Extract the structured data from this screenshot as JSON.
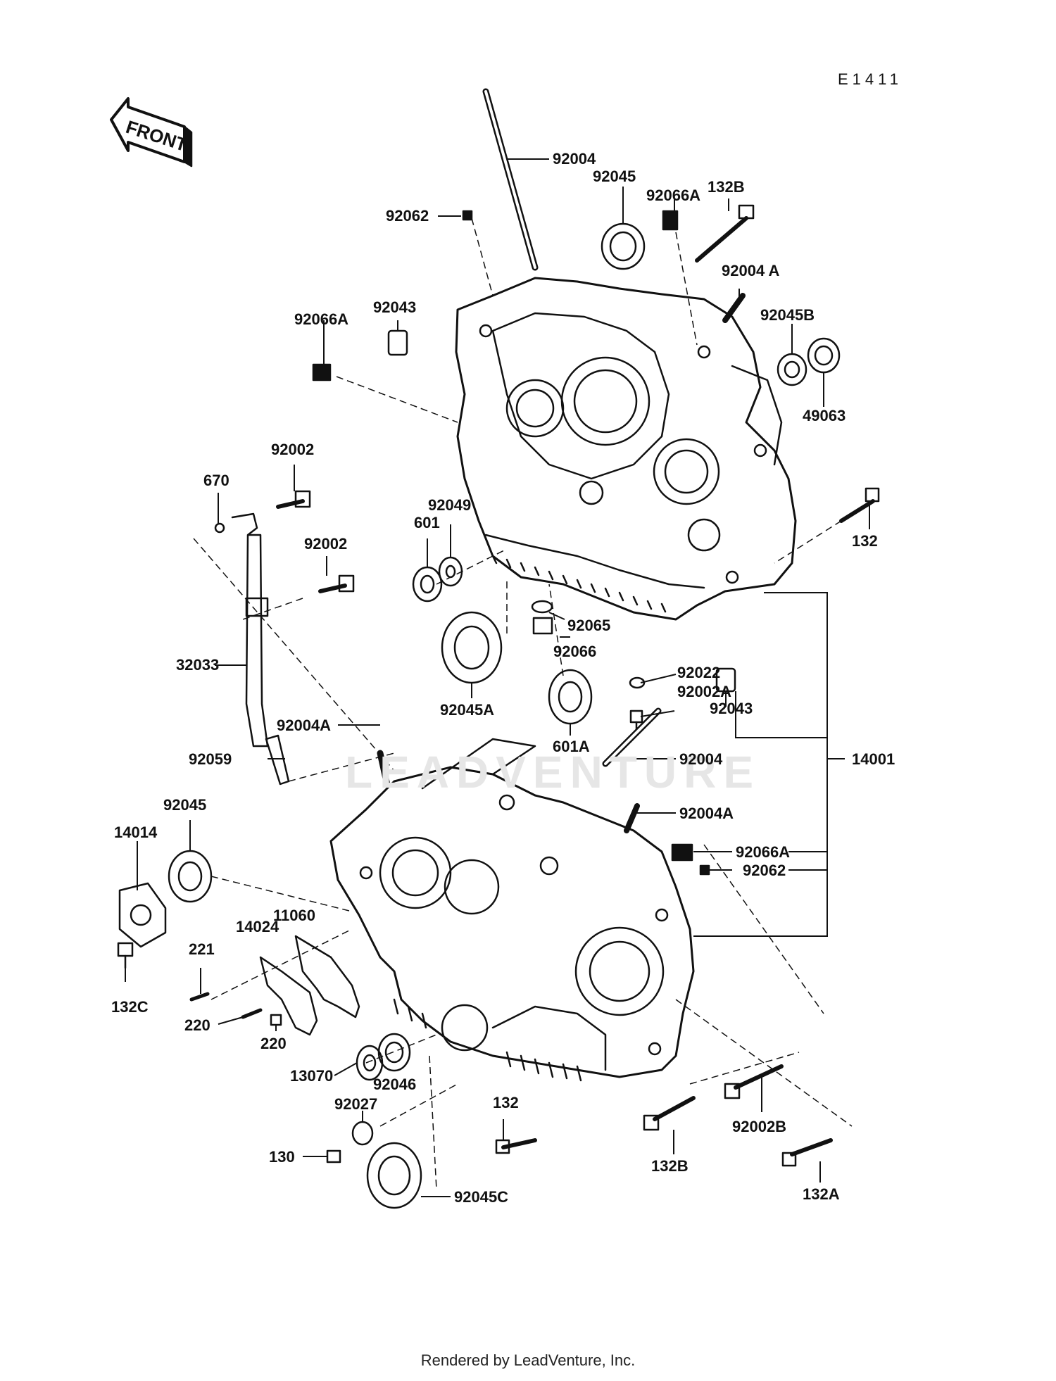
{
  "diagram_id": "E1411",
  "front_label": "FRONT",
  "footer": "Rendered by LeadVenture, Inc.",
  "parts": [
    {
      "key": "p92004_top",
      "text": "92004"
    },
    {
      "key": "p92045_top",
      "text": "92045"
    },
    {
      "key": "p92066A_top",
      "text": "92066A"
    },
    {
      "key": "p132B_top",
      "text": "132B"
    },
    {
      "key": "p92062_top",
      "text": "92062"
    },
    {
      "key": "p92004A_top",
      "text": "92004 A"
    },
    {
      "key": "p92043_top",
      "text": "92043"
    },
    {
      "key": "p92066A_left",
      "text": "92066A"
    },
    {
      "key": "p92045B",
      "text": "92045B"
    },
    {
      "key": "p49063",
      "text": "49063"
    },
    {
      "key": "p92002_a",
      "text": "92002"
    },
    {
      "key": "p670",
      "text": "670"
    },
    {
      "key": "p92049",
      "text": "92049"
    },
    {
      "key": "p601",
      "text": "601"
    },
    {
      "key": "p132_right",
      "text": "132"
    },
    {
      "key": "p92002_b",
      "text": "92002"
    },
    {
      "key": "p92065",
      "text": "92065"
    },
    {
      "key": "p92066",
      "text": "92066"
    },
    {
      "key": "p32033",
      "text": "32033"
    },
    {
      "key": "p92045A",
      "text": "92045A"
    },
    {
      "key": "p92022",
      "text": "92022"
    },
    {
      "key": "p92002A",
      "text": "92002A"
    },
    {
      "key": "p92043_mid",
      "text": "92043"
    },
    {
      "key": "p601A",
      "text": "601A"
    },
    {
      "key": "p92004A_mid",
      "text": "92004A"
    },
    {
      "key": "p92004_mid",
      "text": "92004"
    },
    {
      "key": "p14001",
      "text": "14001"
    },
    {
      "key": "p92059",
      "text": "92059"
    },
    {
      "key": "p92045_left",
      "text": "92045"
    },
    {
      "key": "p92004A_right",
      "text": "92004A"
    },
    {
      "key": "p14014",
      "text": "14014"
    },
    {
      "key": "p92066A_right",
      "text": "92066A"
    },
    {
      "key": "p92062_right",
      "text": "92062"
    },
    {
      "key": "p11060",
      "text": "11060"
    },
    {
      "key": "p14024",
      "text": "14024"
    },
    {
      "key": "p221",
      "text": "221"
    },
    {
      "key": "p132C",
      "text": "132C"
    },
    {
      "key": "p220_a",
      "text": "220"
    },
    {
      "key": "p220_b",
      "text": "220"
    },
    {
      "key": "p13070",
      "text": "13070"
    },
    {
      "key": "p92046",
      "text": "92046"
    },
    {
      "key": "p92027",
      "text": "92027"
    },
    {
      "key": "p132_bottom",
      "text": "132"
    },
    {
      "key": "p130",
      "text": "130"
    },
    {
      "key": "p132B_bottom",
      "text": "132B"
    },
    {
      "key": "p92002B",
      "text": "92002B"
    },
    {
      "key": "p92045C",
      "text": "92045C"
    },
    {
      "key": "p132A",
      "text": "132A"
    }
  ]
}
